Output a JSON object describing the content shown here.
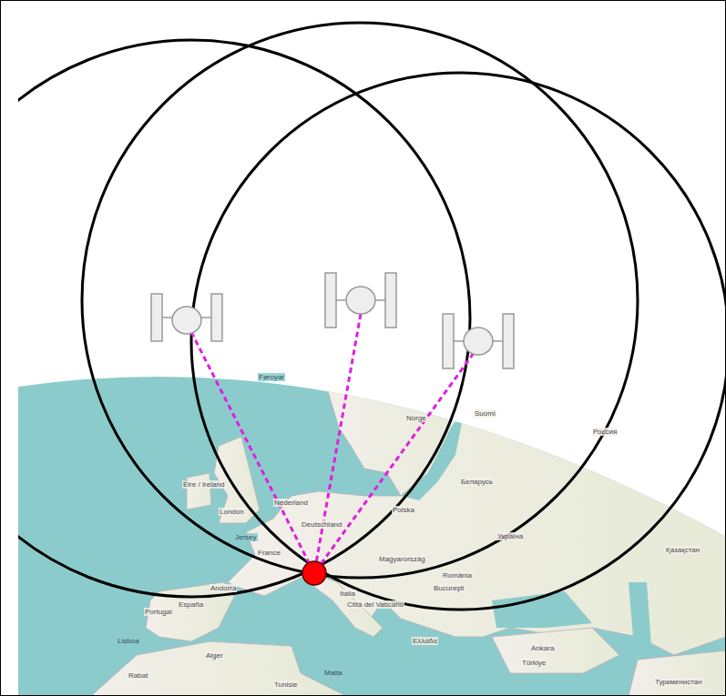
{
  "diagram": {
    "labels": [
      "Føroyar",
      "Norge",
      "Éire / Ireland",
      "London",
      "Nederland",
      "Deutschland",
      "France",
      "Jersey",
      "Andorra",
      "Portugal",
      "España",
      "Lisboa",
      "Italia",
      "Città del Vaticano",
      "Polska",
      "Беларусь",
      "Україна",
      "Magyarország",
      "România",
      "Bucureşti",
      "Ελλάδα",
      "Türkiye",
      "Ankara",
      "Alger",
      "Rabat",
      "Tunisie",
      "Malta",
      "Қазақстан",
      "Туркменистан",
      "Россия",
      "Suomi"
    ]
  }
}
